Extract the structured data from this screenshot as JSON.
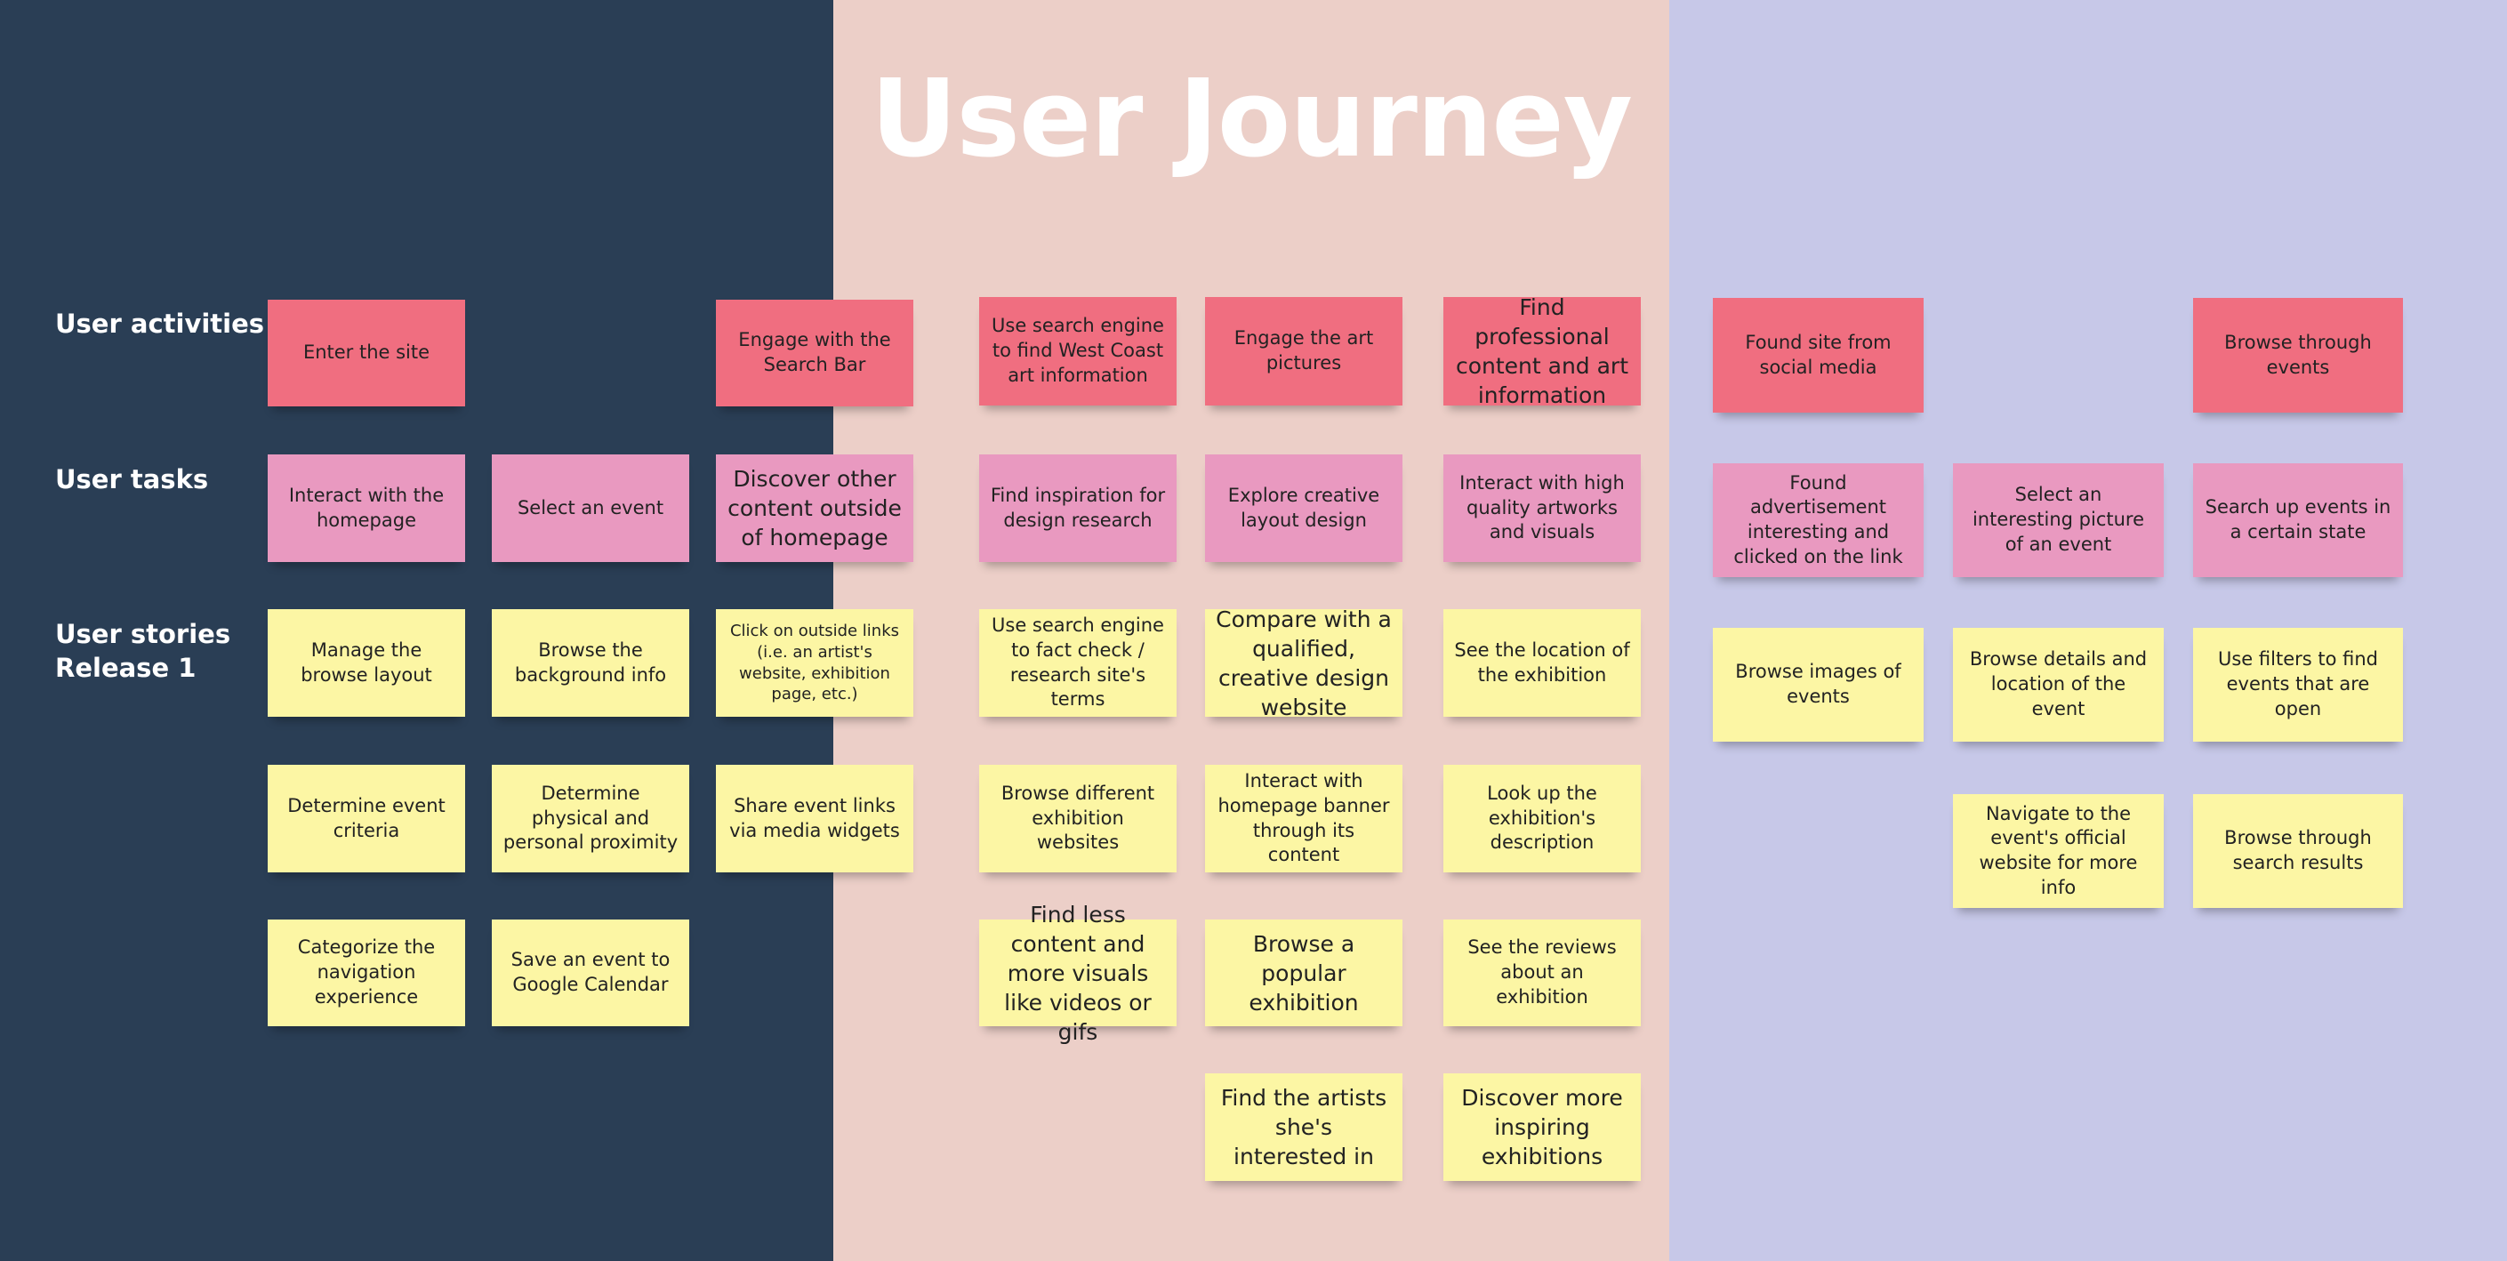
{
  "title": "User Journey",
  "row_labels": {
    "activities": "User activities",
    "tasks": "User tasks",
    "stories": "User stories\nRelease 1"
  },
  "colors": {
    "dark_panel": "#2a3e55",
    "pink_panel": "#eccfc8",
    "lavender_panel": "#c7c8e8",
    "activity_note": "#f06e80",
    "task_note": "#e999c0",
    "story_note": "#fcf6a4"
  },
  "notes": {
    "activity_1": "Enter the site",
    "activity_2": "Engage with the Search Bar",
    "activity_3": "Use search engine to find West Coast art information",
    "activity_4": "Engage the art pictures",
    "activity_5": "Find professional content and art information",
    "activity_6": "Found site from social media",
    "activity_7": "Browse through events",
    "task_1": "Interact with the homepage",
    "task_2": "Select an event",
    "task_3": "Discover other content outside of homepage",
    "task_4": "Find inspiration for design research",
    "task_5": "Explore creative layout design",
    "task_6": "Interact with high quality artworks and visuals",
    "task_7": "Found advertisement interesting and clicked on the link",
    "task_8": "Select an interesting picture of an event",
    "task_9": "Search up events in a certain state",
    "story_1": "Manage the browse layout",
    "story_2": "Browse the background info",
    "story_3": "Click on outside links (i.e. an artist's website, exhibition page, etc.)",
    "story_4": "Use search engine to fact check / research site's terms",
    "story_5": "Compare with a qualified, creative design website",
    "story_6": "See the location of the exhibition",
    "story_7": "Browse images of events",
    "story_8": "Browse details and location of the event",
    "story_9": "Use filters to find events that are open",
    "story_10": "Determine event criteria",
    "story_11": "Determine physical and personal proximity",
    "story_12": "Share event links via media widgets",
    "story_13": "Browse different exhibition websites",
    "story_14": "Interact with homepage banner through its content",
    "story_15": "Look up the exhibition's description",
    "story_16": "Navigate to the event's official website for more info",
    "story_17": "Browse through search results",
    "story_18": "Categorize the navigation experience",
    "story_19": "Save an event to Google Calendar",
    "story_20": "Find less content and more visuals like videos or gifs",
    "story_21": "Browse a popular exhibition",
    "story_22": "See the reviews about an exhibition",
    "story_23": "Find the artists she's interested in",
    "story_24": "Discover more inspiring exhibitions"
  }
}
